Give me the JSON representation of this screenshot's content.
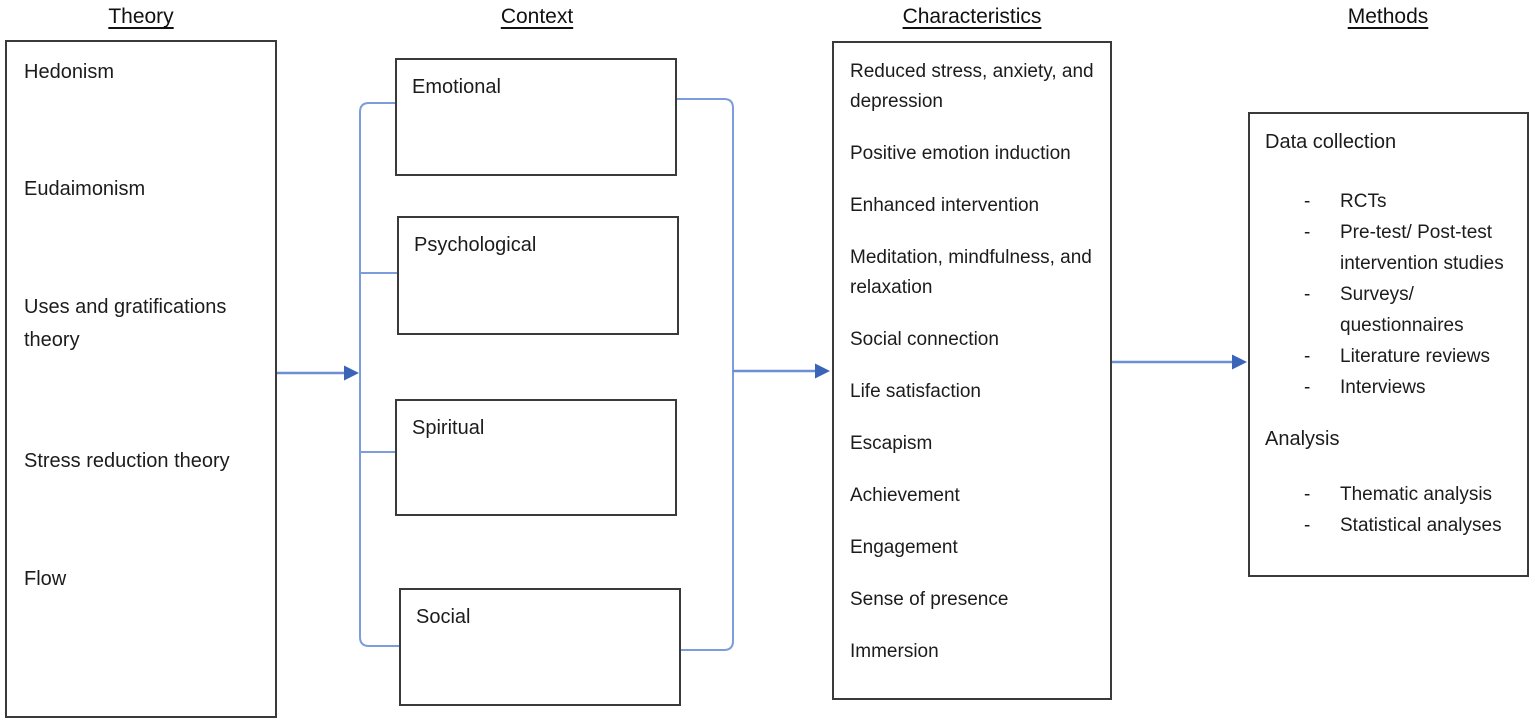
{
  "columns": {
    "theory": {
      "title": "Theory",
      "items": [
        "Hedonism",
        "Eudaimonism",
        "Uses and gratifications theory",
        "Stress reduction theory",
        "Flow"
      ]
    },
    "context": {
      "title": "Context",
      "boxes": [
        "Emotional",
        "Psychological",
        "Spiritual",
        "Social"
      ]
    },
    "characteristics": {
      "title": "Characteristics",
      "items": [
        "Reduced stress, anxiety, and depression",
        "Positive emotion induction",
        "Enhanced intervention",
        "Meditation, mindfulness, and relaxation",
        "Social connection",
        "Life satisfaction",
        "Escapism",
        "Achievement",
        "Engagement",
        "Sense of presence",
        "Immersion"
      ]
    },
    "methods": {
      "title": "Methods",
      "bullet": "-",
      "sections": [
        {
          "heading": "Data collection",
          "items": [
            "RCTs",
            "Pre-test/ Post-test intervention studies",
            "Surveys/ questionnaires",
            "Literature reviews",
            "Interviews"
          ]
        },
        {
          "heading": "Analysis",
          "items": [
            "Thematic analysis",
            "Statistical analyses"
          ]
        }
      ]
    }
  },
  "colors": {
    "connector": "#7C9CDC",
    "arrow_shaft": "#6C8FD4",
    "arrow_head": "#3A64B8",
    "box_border": "#3A3A3A"
  }
}
